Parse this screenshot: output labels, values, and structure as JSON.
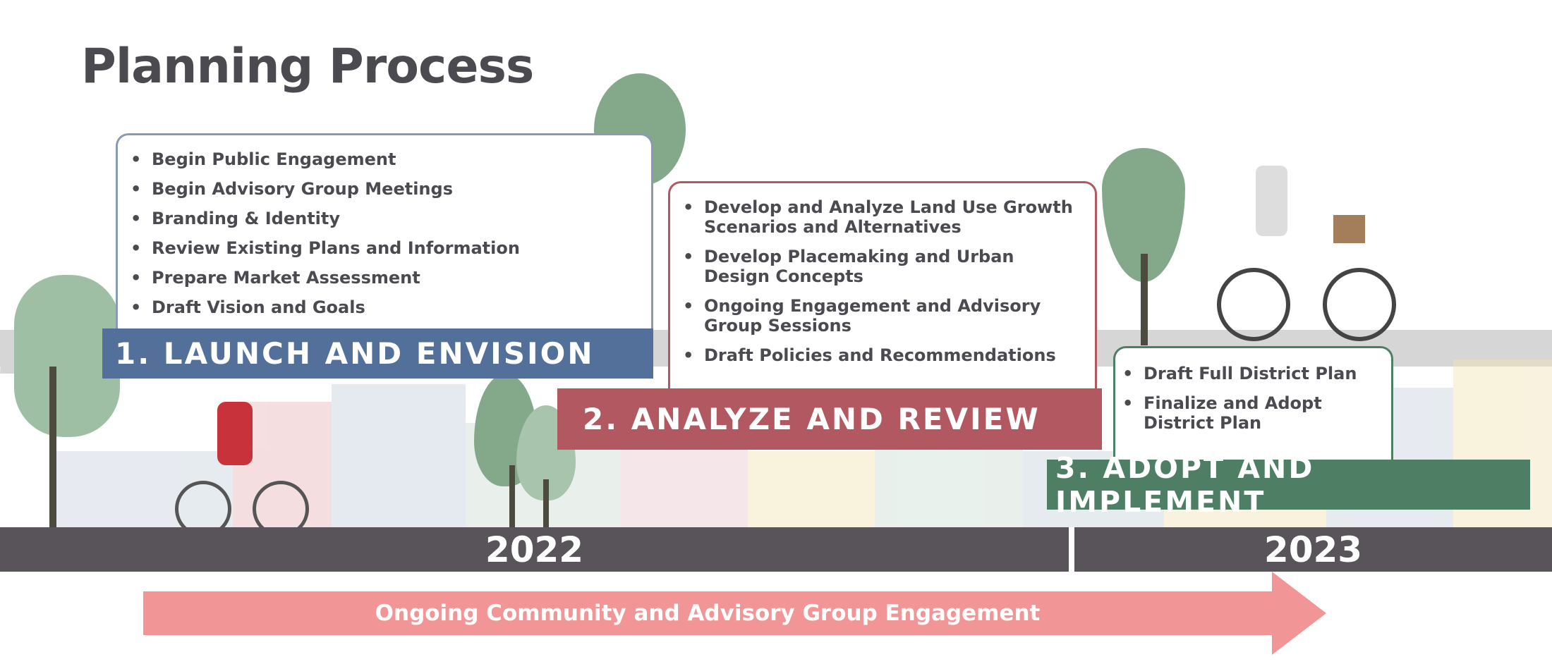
{
  "title": "Planning Process",
  "colors": {
    "phase1": "#53709a",
    "phase2": "#b25861",
    "phase3": "#4e7f64",
    "timeline": "#58545a",
    "arrow": "#f29596",
    "text": "#4b4a50"
  },
  "phases": [
    {
      "label": "1. LAUNCH AND ENVISION",
      "items": [
        "Begin Public Engagement",
        "Begin Advisory Group Meetings",
        "Branding & Identity",
        "Review Existing Plans and Information",
        "Prepare Market Assessment",
        "Draft Vision and Goals"
      ]
    },
    {
      "label": "2. ANALYZE AND REVIEW",
      "items": [
        "Develop and Analyze Land Use Growth Scenarios and Alternatives",
        "Develop Placemaking and Urban Design Concepts",
        "Ongoing Engagement and Advisory Group Sessions",
        "Draft Policies and Recommendations"
      ]
    },
    {
      "label": "3. ADOPT AND IMPLEMENT",
      "items": [
        "Draft Full District Plan",
        "Finalize and Adopt District Plan"
      ]
    }
  ],
  "timeline": {
    "years": [
      "2022",
      "2023"
    ]
  },
  "arrow_label": "Ongoing Community and Advisory Group Engagement"
}
